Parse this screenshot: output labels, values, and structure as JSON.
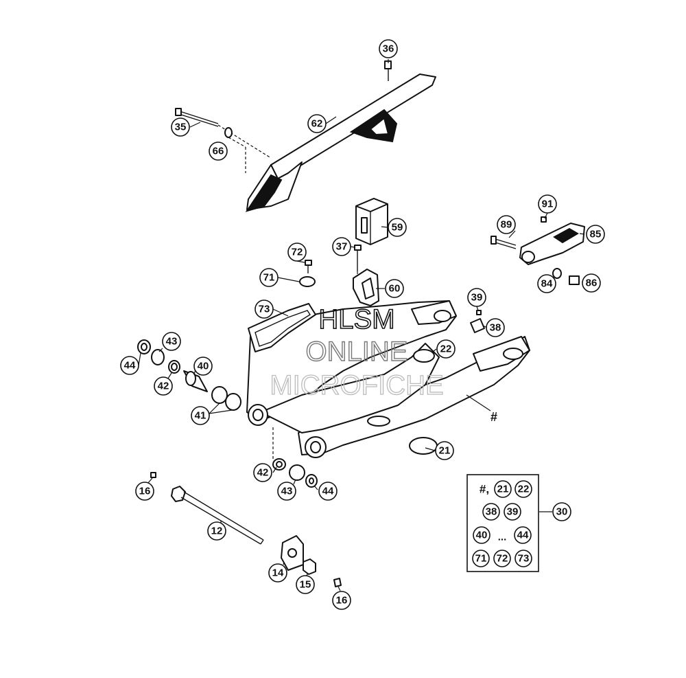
{
  "watermark": {
    "line1": "HLSM",
    "line2": "ONLINE",
    "line3": "MICROFICHE"
  },
  "callouts": {
    "c36": "36",
    "c35": "35",
    "c62": "62",
    "c66": "66",
    "c91": "91",
    "c89": "89",
    "c85": "85",
    "c84": "84",
    "c86": "86",
    "c59": "59",
    "c37": "37",
    "c72": "72",
    "c71": "71",
    "c60": "60",
    "c73": "73",
    "c39": "39",
    "c38": "38",
    "c43a": "43",
    "c44a": "44",
    "c40": "40",
    "c42a": "42",
    "c22": "22",
    "c41": "41",
    "hash": "#",
    "c21": "21",
    "c42b": "42",
    "c43b": "43",
    "c44b": "44",
    "c16a": "16",
    "c12": "12",
    "c14": "14",
    "c15": "15",
    "c16b": "16",
    "c30": "30"
  },
  "kit": {
    "hash": "#,",
    "k21": "21",
    "k22": "22",
    "k38": "38",
    "k39": "39",
    "k40": "40",
    "ellipsis": "...",
    "k44": "44",
    "k71": "71",
    "k72": "72",
    "k73": "73"
  }
}
